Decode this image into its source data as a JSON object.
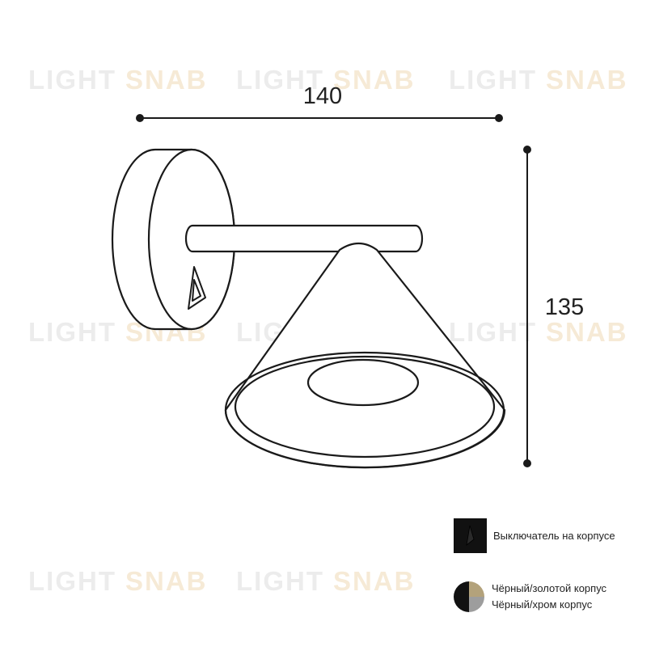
{
  "watermark": {
    "word1": "LIGHT",
    "word2": "SNAB"
  },
  "dimensions": {
    "width": "140",
    "height": "135"
  },
  "legend": {
    "switch_label": "Выключатель на корпусе",
    "finish_options": [
      "Чёрный/золотой корпус",
      "Чёрный/хром корпус"
    ]
  },
  "colors": {
    "outline": "#1a1a1a",
    "black": "#111111",
    "gold": "#b3a27b",
    "chrome": "#9d9d9d"
  }
}
